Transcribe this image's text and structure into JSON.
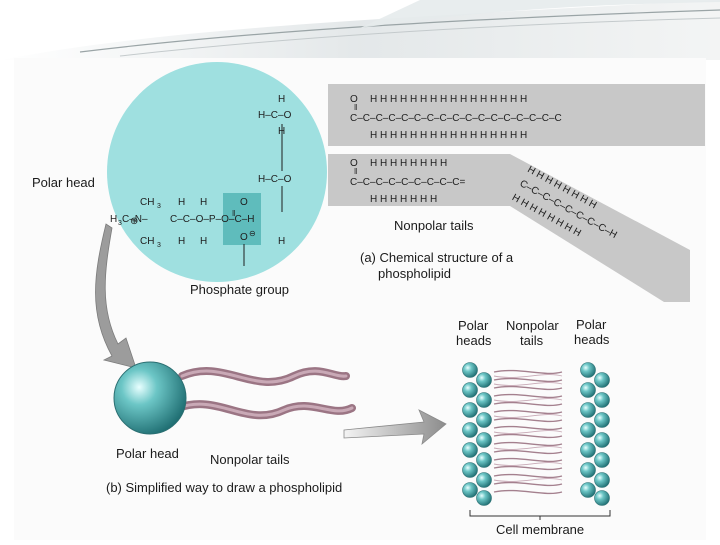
{
  "labels": {
    "polar_head": "Polar head",
    "phosphate_group": "Phosphate group",
    "nonpolar_tails": "Nonpolar tails",
    "caption_a_line1": "(a) Chemical structure of a",
    "caption_a_line2": "phospholipid",
    "caption_b": "(b) Simplified way to draw a phospholipid",
    "polar_head_b": "Polar head",
    "nonpolar_tails_b": "Nonpolar tails",
    "membrane_polar_left_1": "Polar",
    "membrane_polar_left_2": "heads",
    "membrane_nonpolar_1": "Nonpolar",
    "membrane_nonpolar_2": "tails",
    "membrane_polar_right_1": "Polar",
    "membrane_polar_right_2": "heads",
    "cell_membrane": "Cell membrane"
  },
  "colors": {
    "head_fill": "#9fe0e0",
    "phosphate_box": "#5fbcbc",
    "tail_band": "#c8c8c8",
    "tail_rope": "#9b7584",
    "sphere": "#3a9a9a"
  }
}
